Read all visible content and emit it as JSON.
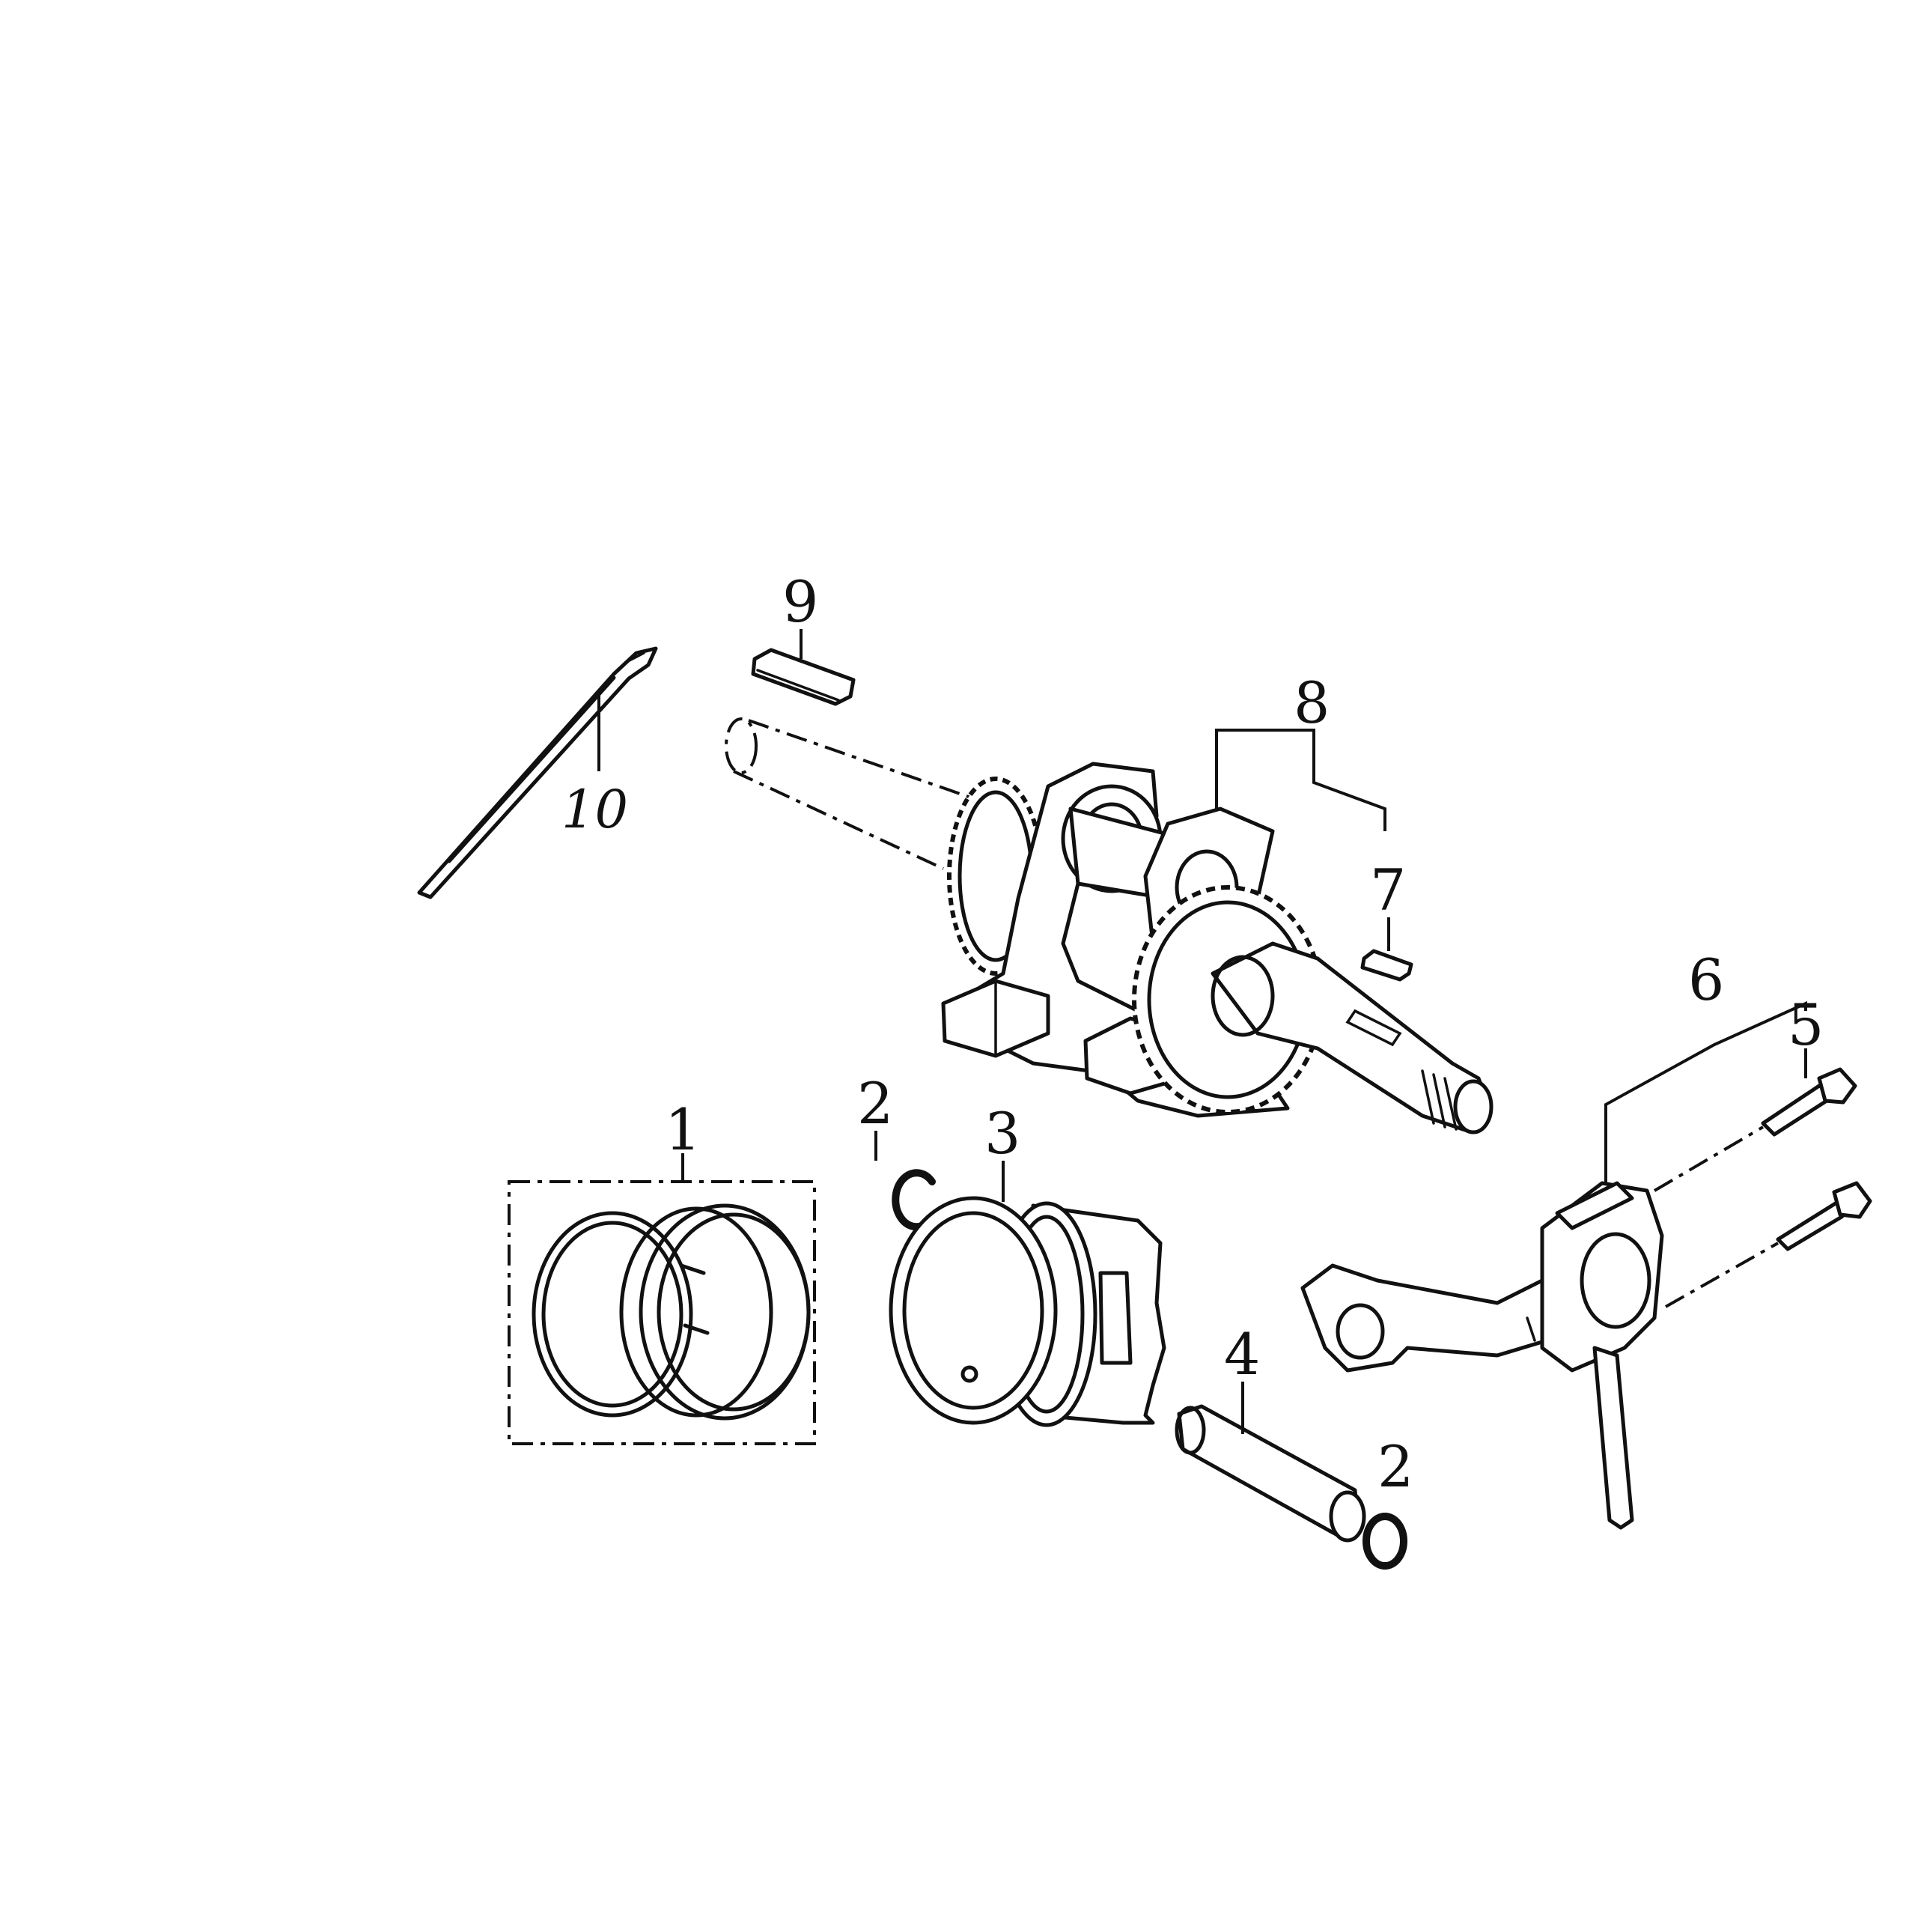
{
  "diagram": {
    "labels": {
      "p1": "1",
      "p2a": "2",
      "p2b": "2",
      "p3": "3",
      "p4": "4",
      "p5": "5",
      "p6": "6",
      "p7": "7",
      "p8": "8",
      "p9": "9",
      "p10": "10"
    },
    "parts": [
      "piston-ring-set",
      "piston-pin-clip",
      "piston",
      "piston-pin",
      "connecting-rod-bolt",
      "connecting-rod-assembly",
      "key",
      "crankshaft-assembly",
      "key",
      "oil-dipper"
    ],
    "line_color": "#111111",
    "background": "#ffffff"
  }
}
